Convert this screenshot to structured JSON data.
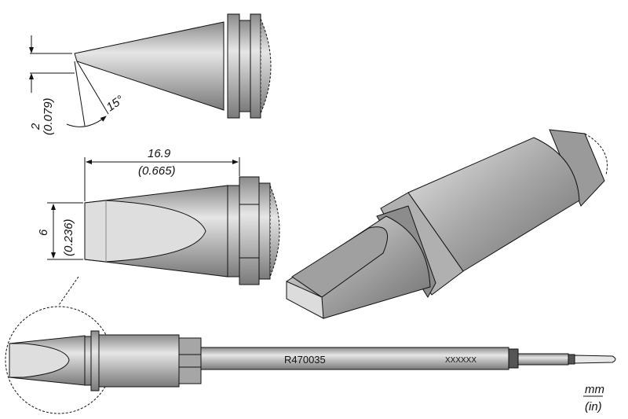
{
  "top_view": {
    "thickness_mm": "2",
    "thickness_in": "(0.079)",
    "angle": "15°"
  },
  "side_view": {
    "length_mm": "16.9",
    "length_in": "(0.665)",
    "width_mm": "6",
    "width_in": "(0.236)"
  },
  "full_tool": {
    "part_number": "R470035",
    "serial_placeholder": "XXXXXX"
  },
  "units": {
    "primary": "mm",
    "secondary": "(in)"
  },
  "colors": {
    "metal": "#a9a9a9",
    "tip_face": "#e0e0e0",
    "line": "#111111"
  }
}
